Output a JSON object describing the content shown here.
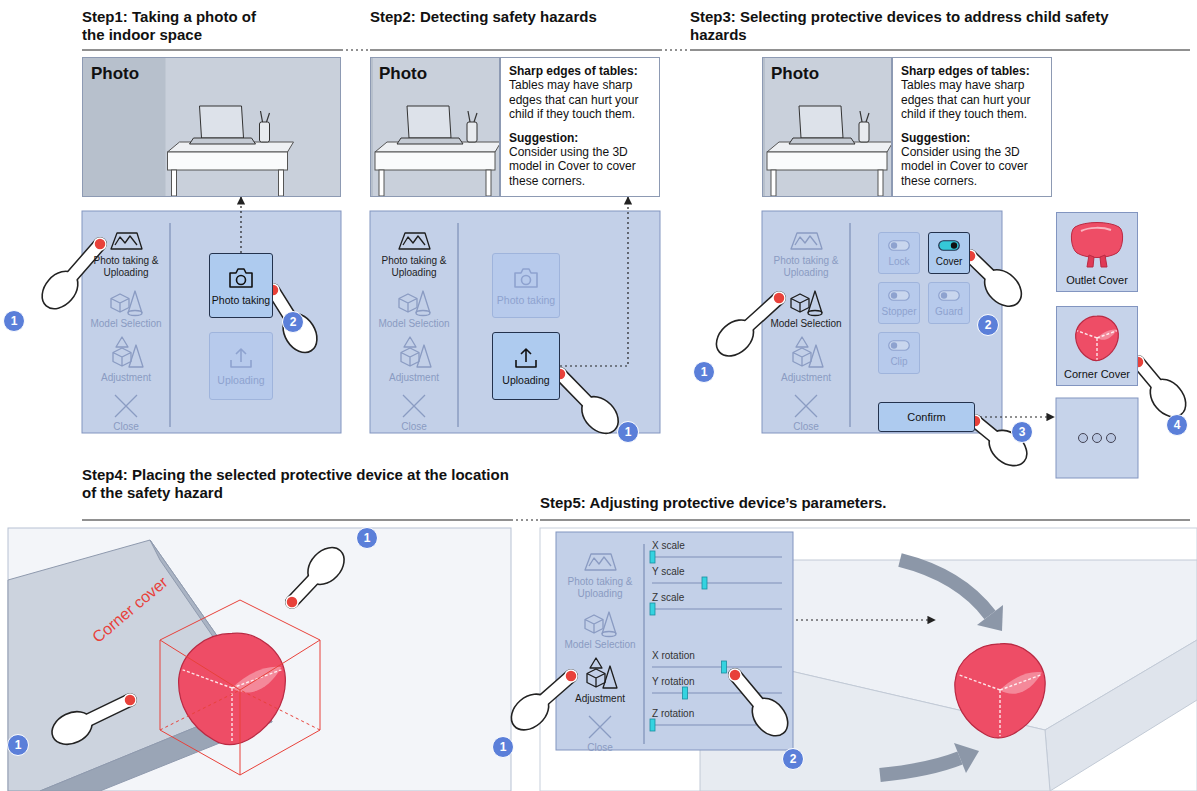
{
  "diagram": {
    "nodes": [
      {
        "text": [
          "Photo"
        ]
      },
      {
        "text": [
          "Photo taking"
        ]
      },
      {
        "text": [
          "Uploading"
        ]
      },
      {
        "text": [
          "Photo"
        ]
      },
      {
        "text": [
          "Sharp edges of tables:",
          "Tables may have sharp edges that can hurt your child if they touch them.",
          "Suggestion:",
          "Consider using the 3D model in Cover to cover these corners."
        ]
      },
      {
        "text": [
          "Photo taking"
        ]
      },
      {
        "text": [
          "Uploading"
        ]
      },
      {
        "text": [
          "Photo"
        ]
      },
      {
        "text": [
          "Sharp edges of tables:",
          "Tables may have sharp edges that can hurt your child if they touch them.",
          "Suggestion:",
          "Consider using the 3D model in Cover to cover these corners."
        ]
      },
      {
        "text": [
          "Lock"
        ]
      },
      {
        "text": [
          "Cover"
        ]
      },
      {
        "text": [
          "Stopper"
        ]
      },
      {
        "text": [
          "Guard"
        ]
      },
      {
        "text": [
          "Clip"
        ]
      },
      {
        "text": [
          "Confirm"
        ]
      },
      {
        "text": [
          "Outlet Cover"
        ]
      },
      {
        "text": [
          "Corner Cover"
        ]
      }
    ],
    "edges": [
      {
        "from": 1,
        "to": 0,
        "arrow": "to"
      },
      {
        "from": 6,
        "to": 4,
        "arrow": "to"
      }
    ],
    "labels": [
      "Step1: Taking a photo of the indoor space",
      "Step2: Detecting safety hazards",
      "Step3: Selecting protective devices to address child safety hazards",
      "Photo taking & Uploading",
      "Model Selection",
      "Adjustment",
      "Close",
      "Photo taking & Uploading",
      "Model Selection",
      "Adjustment",
      "Close",
      "Photo taking & Uploading",
      "Model Selection",
      "Adjustment",
      "Close",
      "1",
      "2",
      "1",
      "1",
      "2",
      "3",
      "4",
      "Step4: Placing the selected protective device at the location of the safety hazard",
      "Corner cover",
      "1",
      "1",
      "Step5: Adjusting protective device’s parameters.",
      "Photo taking & Uploading",
      "Model Selection",
      "Adjustment",
      "Close",
      "X scale",
      "Y scale",
      "Z scale",
      "X rotation",
      "Y rotation",
      "Z rotation",
      "1",
      "2"
    ]
  }
}
